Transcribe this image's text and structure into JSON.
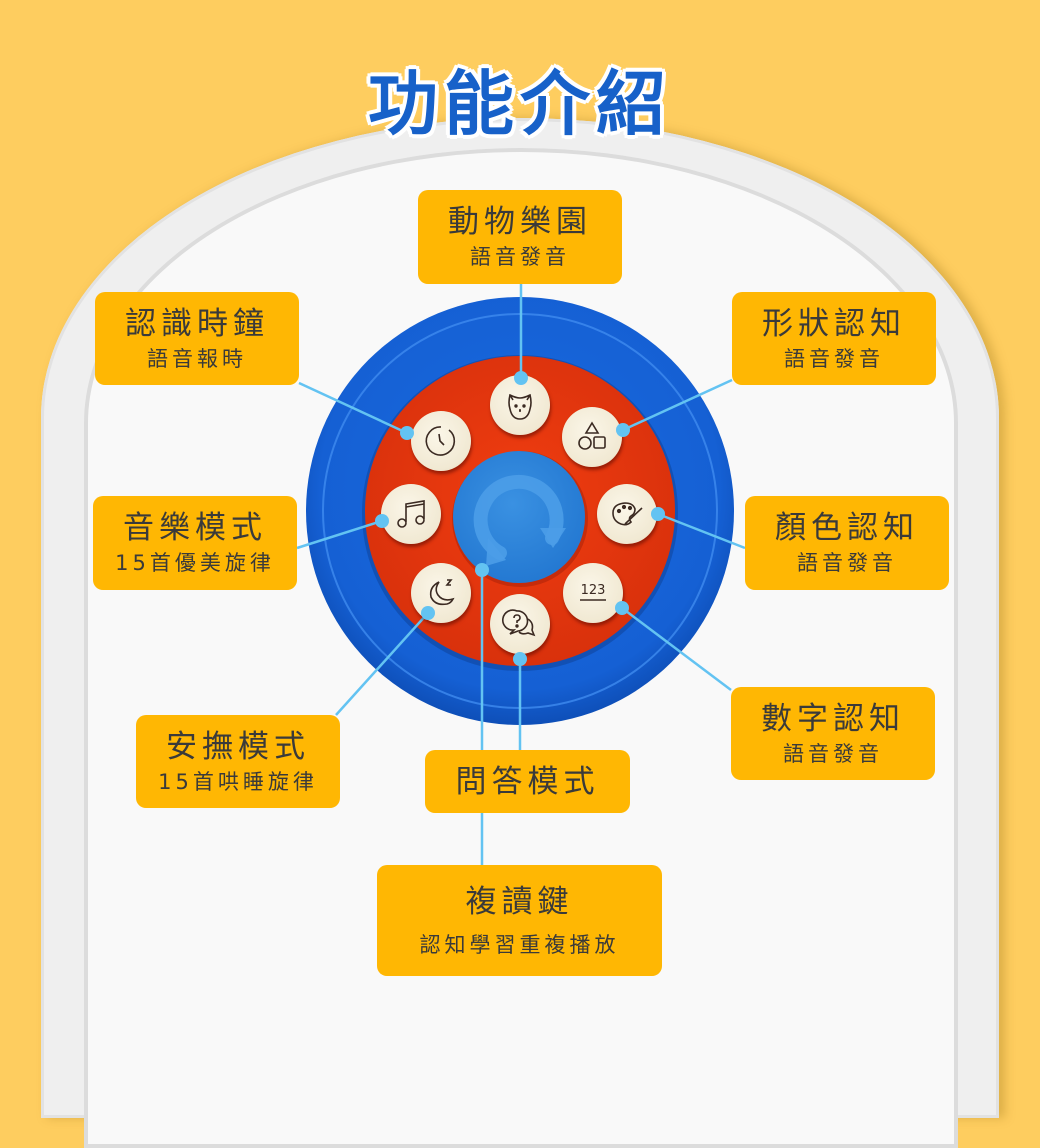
{
  "title": "功能介紹",
  "colors": {
    "background": "#fecd5f",
    "title_blue": "#1761c9",
    "label_box": "#ffb703",
    "label_text": "#3a3a3a",
    "dial_outer_blue": "#1560d4",
    "dial_red": "#e63a12",
    "center_button_blue": "#2f86dc",
    "connector": "#63c3f2",
    "button_face": "#f3ecd8"
  },
  "features": [
    {
      "id": "animal",
      "title": "動物樂園",
      "subtitle": "語音發音",
      "icon": "bear-icon"
    },
    {
      "id": "clock",
      "title": "認識時鐘",
      "subtitle": "語音報時",
      "icon": "clock-icon"
    },
    {
      "id": "shape",
      "title": "形狀認知",
      "subtitle": "語音發音",
      "icon": "shapes-icon"
    },
    {
      "id": "music",
      "title": "音樂模式",
      "subtitle": "15首優美旋律",
      "icon": "music-note-icon"
    },
    {
      "id": "color",
      "title": "顏色認知",
      "subtitle": "語音發音",
      "icon": "palette-icon"
    },
    {
      "id": "soothe",
      "title": "安撫模式",
      "subtitle": "15首哄睡旋律",
      "icon": "moon-sleep-icon"
    },
    {
      "id": "number",
      "title": "數字認知",
      "subtitle": "語音發音",
      "icon": "numbers-123-icon"
    },
    {
      "id": "qa",
      "title": "問答模式",
      "icon": "question-chat-icon"
    },
    {
      "id": "repeat",
      "title": "複讀鍵",
      "subtitle": "認知學習重複播放",
      "icon": "repeat-arrow-icon"
    }
  ],
  "dial": {
    "number_button_text": "123"
  }
}
